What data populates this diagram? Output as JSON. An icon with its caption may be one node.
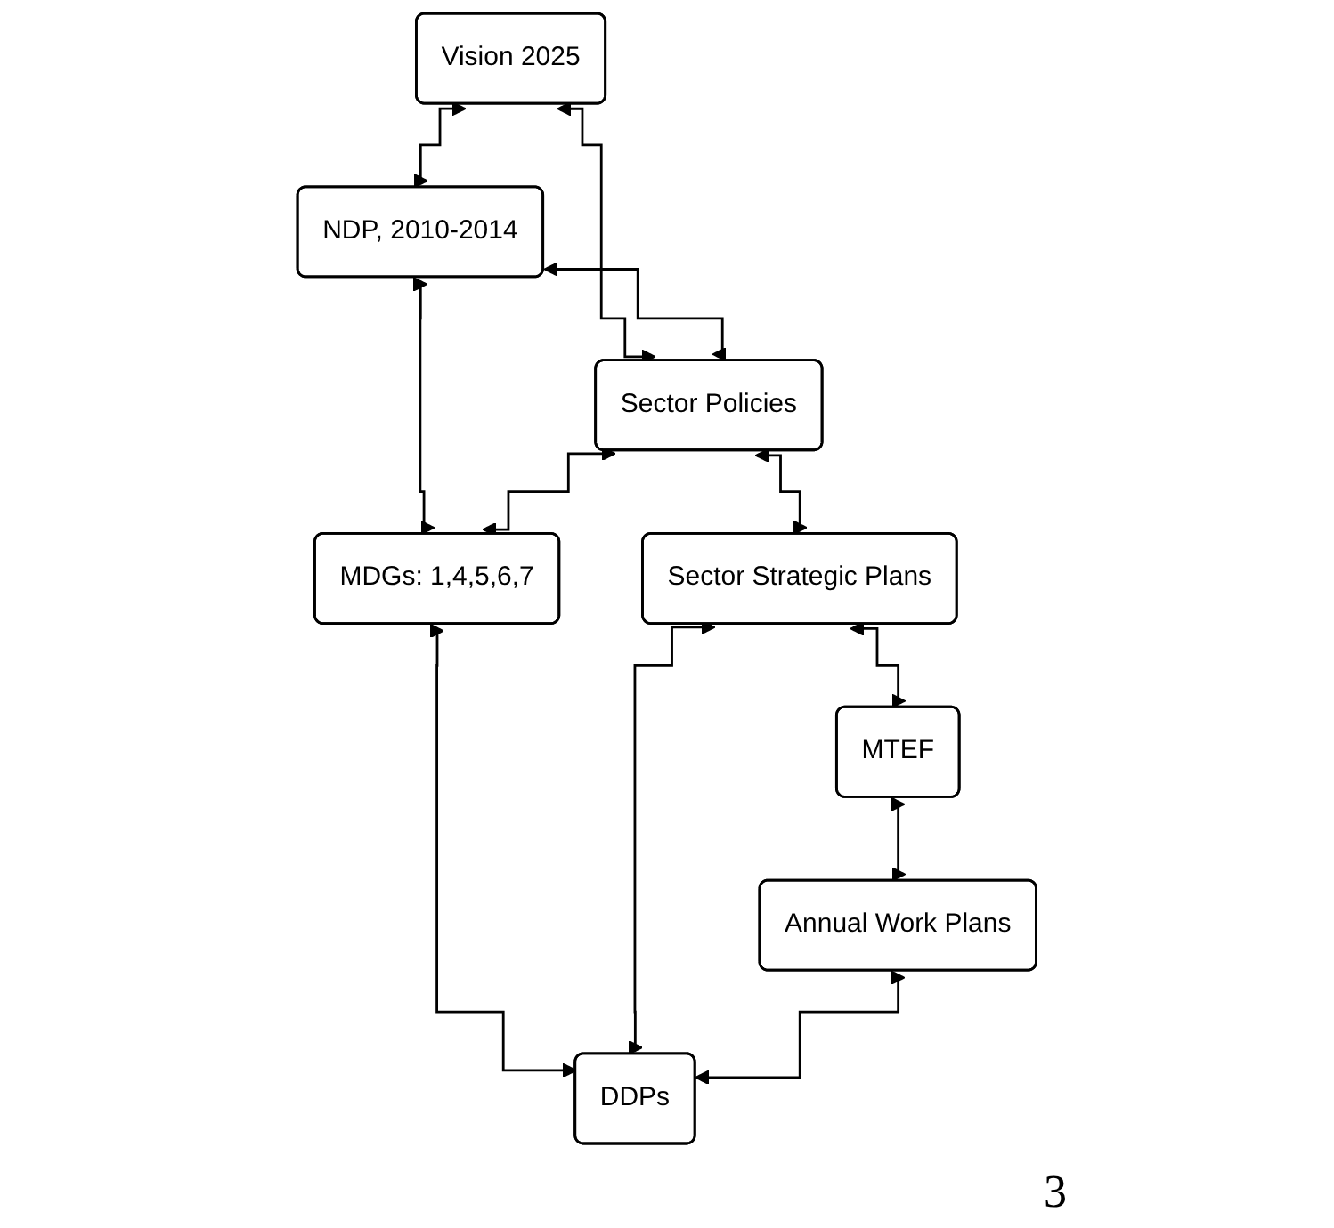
{
  "diagram": {
    "nodes": [
      {
        "text": [
          "Vision 2025"
        ]
      },
      {
        "text": [
          "NDP, 2010-2014"
        ]
      },
      {
        "text": [
          "Sector Policies"
        ]
      },
      {
        "text": [
          "MDGs: 1,4,5,6,7"
        ]
      },
      {
        "text": [
          "Sector Strategic Plans"
        ]
      },
      {
        "text": [
          "DDPs"
        ]
      },
      {
        "text": [
          "MTEF"
        ]
      },
      {
        "text": [
          "Annual Work Plans"
        ]
      }
    ],
    "edges": [
      {
        "from": 0,
        "to": 1,
        "arrow": "both"
      },
      {
        "from": 0,
        "to": 2,
        "arrow": "both"
      },
      {
        "from": 1,
        "to": 2,
        "arrow": "both"
      },
      {
        "from": 1,
        "to": 3,
        "arrow": "both"
      },
      {
        "from": 2,
        "to": 3,
        "arrow": "both"
      },
      {
        "from": 2,
        "to": 4,
        "arrow": "both"
      },
      {
        "from": 3,
        "to": 5,
        "arrow": "both"
      },
      {
        "from": 4,
        "to": 5,
        "arrow": "both"
      },
      {
        "from": 4,
        "to": 6,
        "arrow": "both"
      },
      {
        "from": 6,
        "to": 7,
        "arrow": "both"
      },
      {
        "from": 7,
        "to": 5,
        "arrow": "both"
      }
    ],
    "labels": [
      "3"
    ]
  }
}
